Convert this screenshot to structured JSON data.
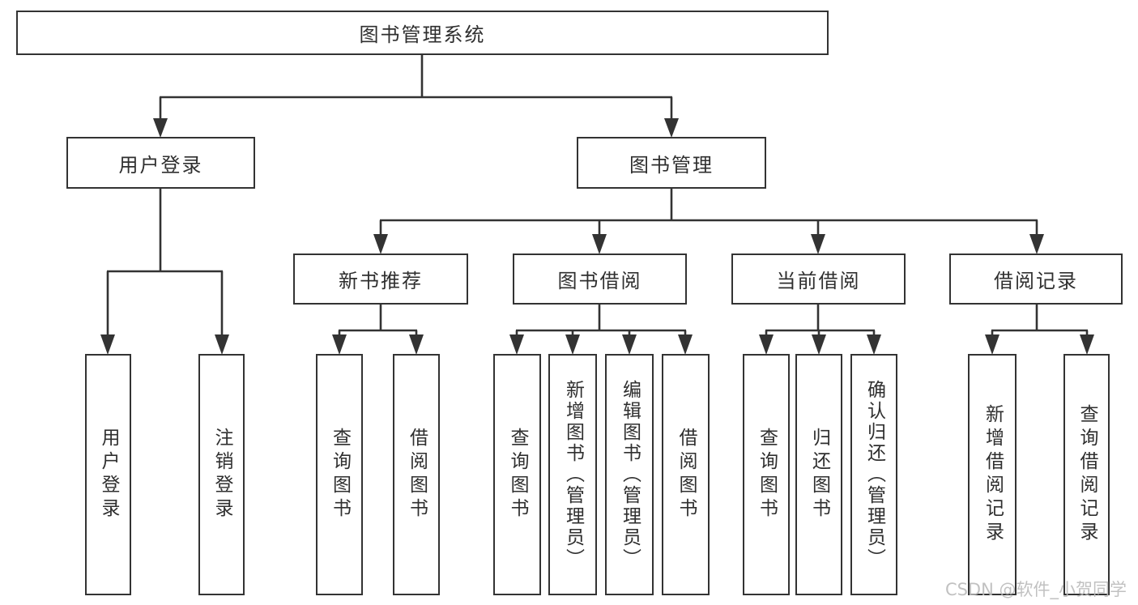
{
  "diagram": {
    "title": "图书管理系统",
    "watermark": "CSDN @软件_小贺同学",
    "colors": {
      "line": "#333333",
      "text": "#2f2f2f",
      "background": "#ffffff",
      "watermark": "#bbbbbb"
    },
    "tree": {
      "label": "图书管理系统",
      "children": [
        {
          "label": "用户登录",
          "children": [
            {
              "label": "用户登录"
            },
            {
              "label": "注销登录"
            }
          ]
        },
        {
          "label": "图书管理",
          "children": [
            {
              "label": "新书推荐",
              "children": [
                {
                  "label": "查询图书"
                },
                {
                  "label": "借阅图书"
                }
              ]
            },
            {
              "label": "图书借阅",
              "children": [
                {
                  "label": "查询图书"
                },
                {
                  "label": "新增图书（管理员）"
                },
                {
                  "label": "编辑图书（管理员）"
                },
                {
                  "label": "借阅图书"
                }
              ]
            },
            {
              "label": "当前借阅",
              "children": [
                {
                  "label": "查询图书"
                },
                {
                  "label": "归还图书"
                },
                {
                  "label": "确认归还（管理员）"
                }
              ]
            },
            {
              "label": "借阅记录",
              "children": [
                {
                  "label": "新增借阅记录"
                },
                {
                  "label": "查询借阅记录"
                }
              ]
            }
          ]
        }
      ]
    }
  }
}
